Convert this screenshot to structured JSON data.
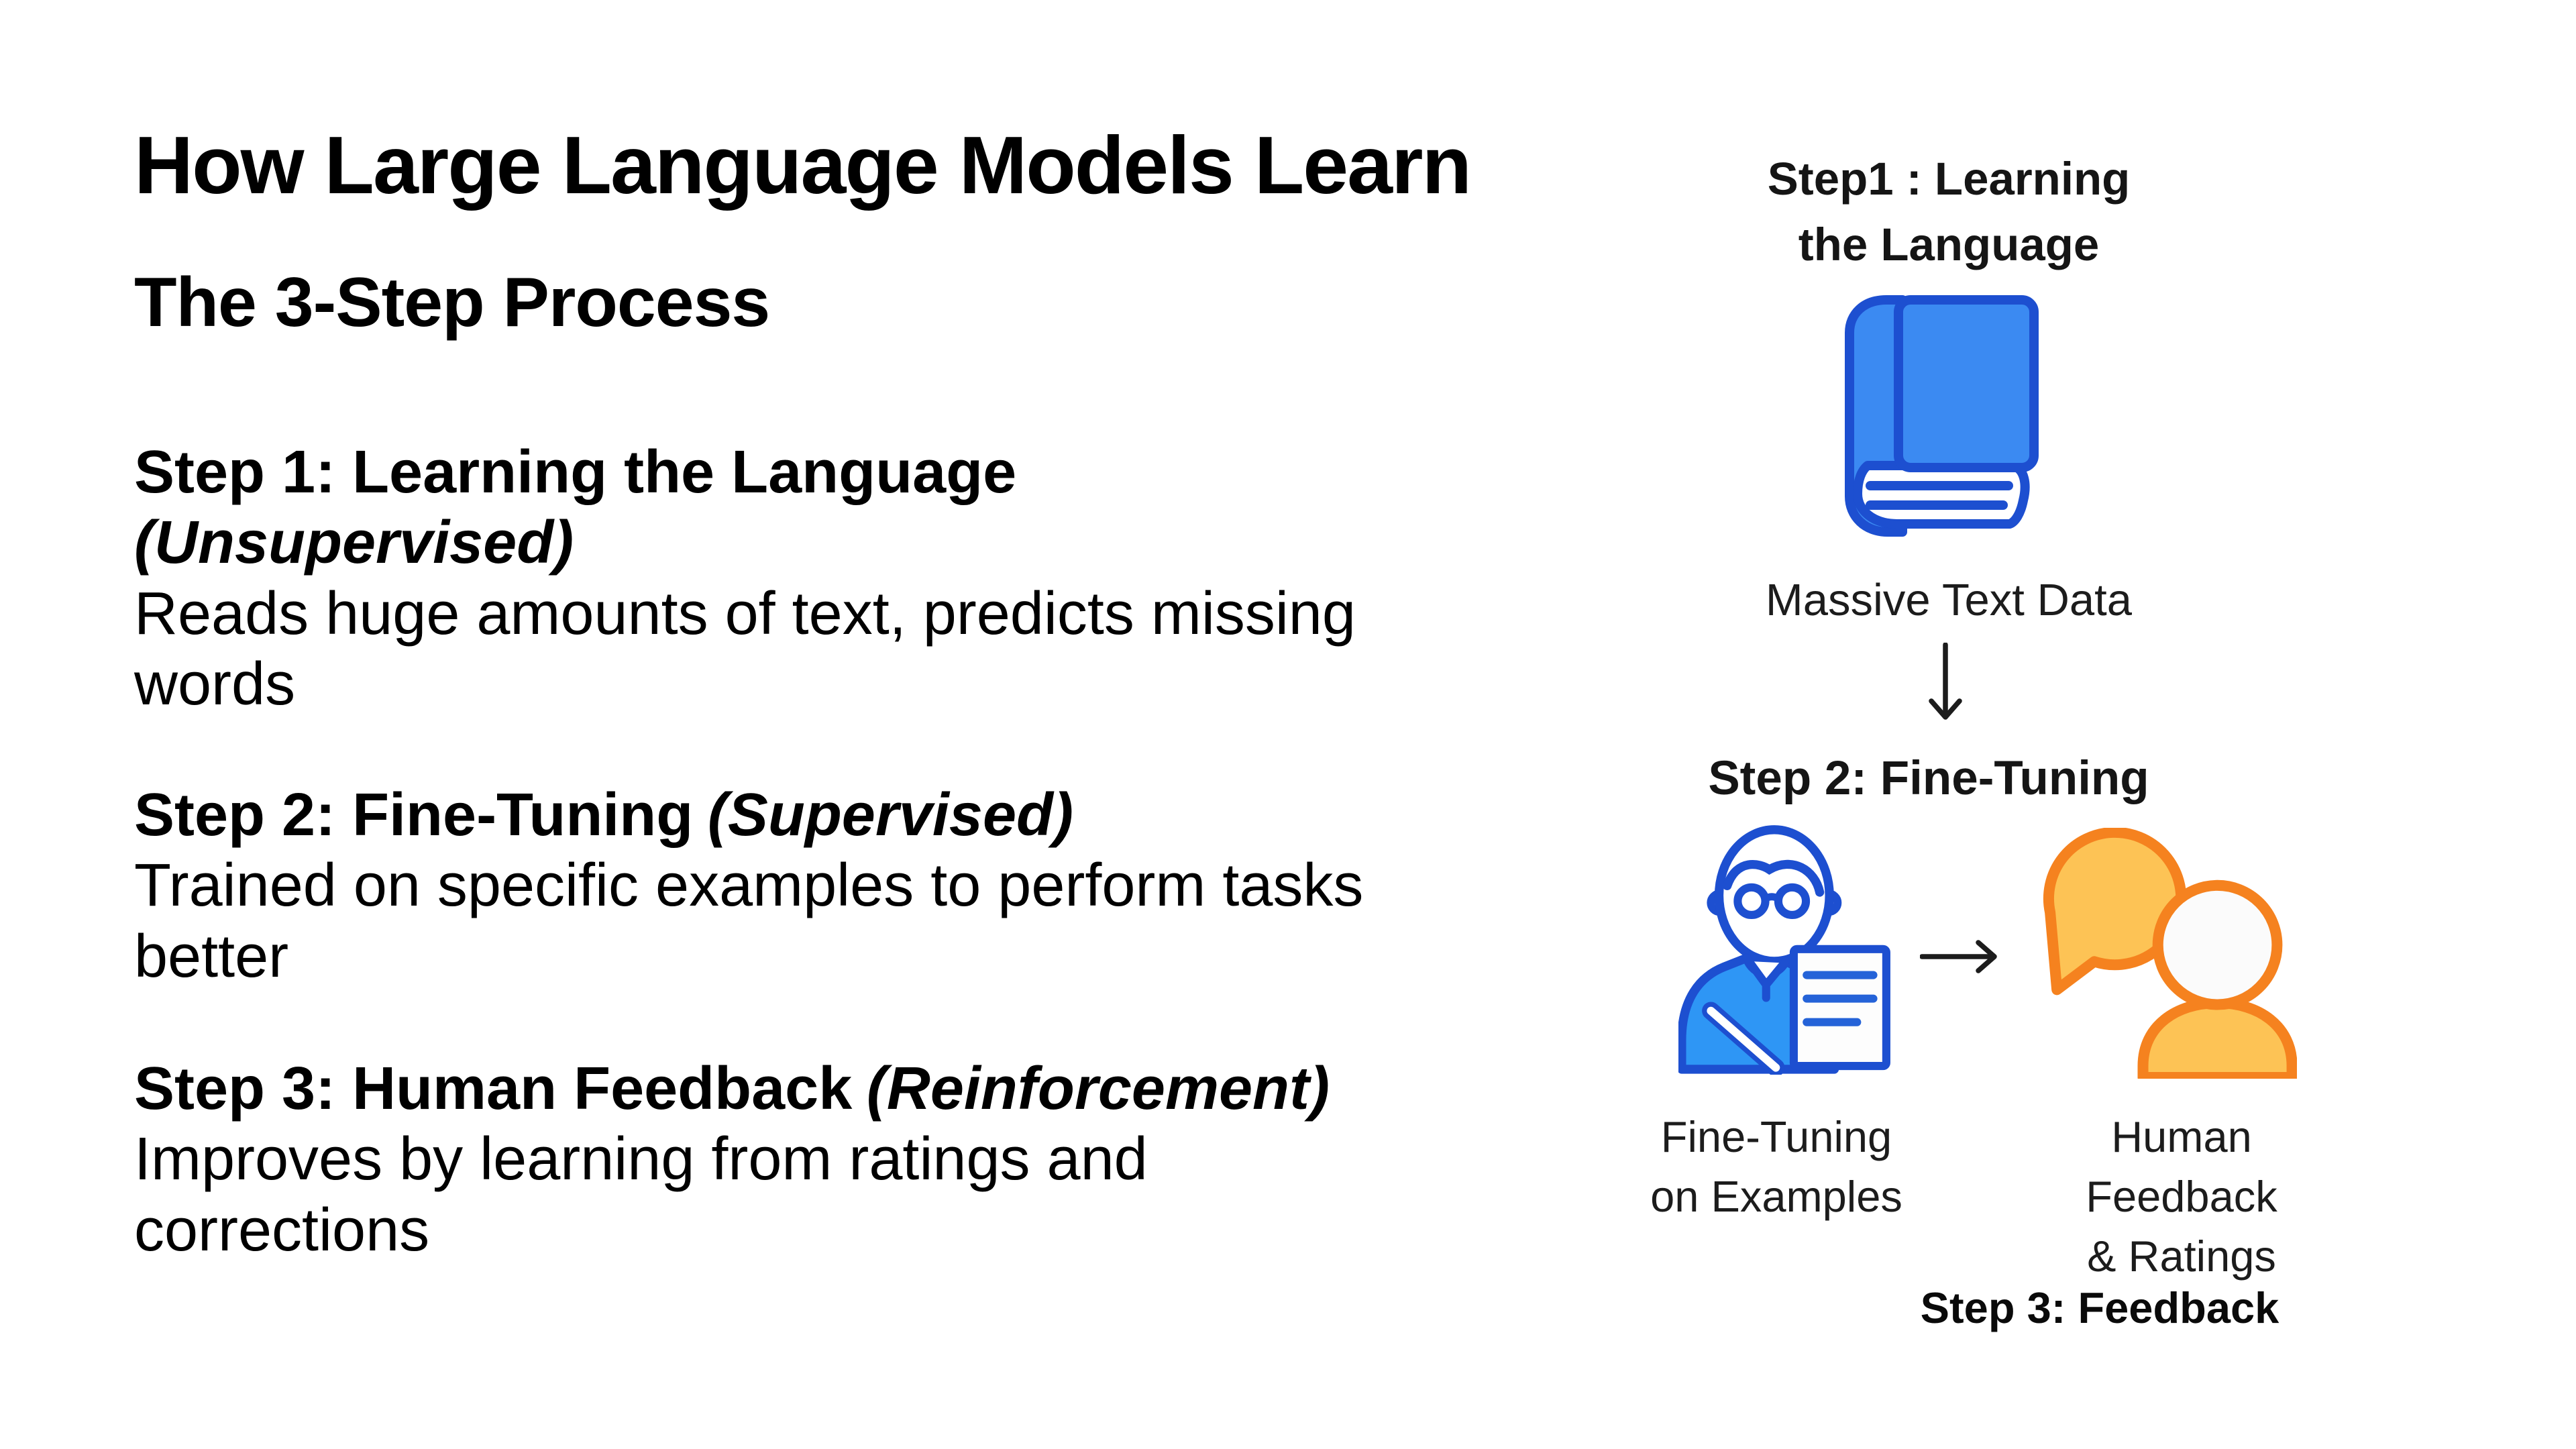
{
  "left_column": {
    "title": "How Large Language Models Learn",
    "subtitle": "The 3-Step Process",
    "steps": [
      {
        "heading": "Step 1: Learning the Language",
        "qualifier": "(Unsupervised)",
        "body_lines": [
          "Reads huge amounts of text, predicts missing",
          "words"
        ]
      },
      {
        "heading": "Step 2: Fine-Tuning",
        "qualifier": "(Supervised)",
        "body_lines": [
          "Trained on specific examples to perform tasks",
          "better"
        ]
      },
      {
        "heading": "Step 3: Human Feedback",
        "qualifier": "(Reinforcement)",
        "body_lines": [
          "Improves by learning from ratings and",
          "corrections"
        ]
      }
    ]
  },
  "diagram": {
    "step1_header_lines": [
      "Step1 : Learning",
      "the Language"
    ],
    "book_caption": "Massive Text Data",
    "step2_header": "Step 2: Fine-Tuning",
    "fine_tuning_caption_lines": [
      "Fine-Tuning",
      "on Examples"
    ],
    "human_caption_lines": [
      "Human",
      "Feedback",
      "& Ratings"
    ],
    "step3_header": "Step 3: Feedback",
    "icons": {
      "step1": "book-icon",
      "step2_left": "person-writing-icon",
      "step2_right": "speech-bubble-person-icon",
      "flow_down": "arrow-down-icon",
      "flow_right": "arrow-right-icon"
    },
    "colors": {
      "book_fill": "#3b8af2",
      "book_outline": "#1d4fd0",
      "person_fill": "#2e96f5",
      "person_outline": "#1d4fd0",
      "doc_line": "#2563d8",
      "orange_fill": "#fdc355",
      "orange_outline": "#f5821f",
      "head_fill": "#fbfbfb",
      "arrow": "#1c1c1c"
    }
  }
}
